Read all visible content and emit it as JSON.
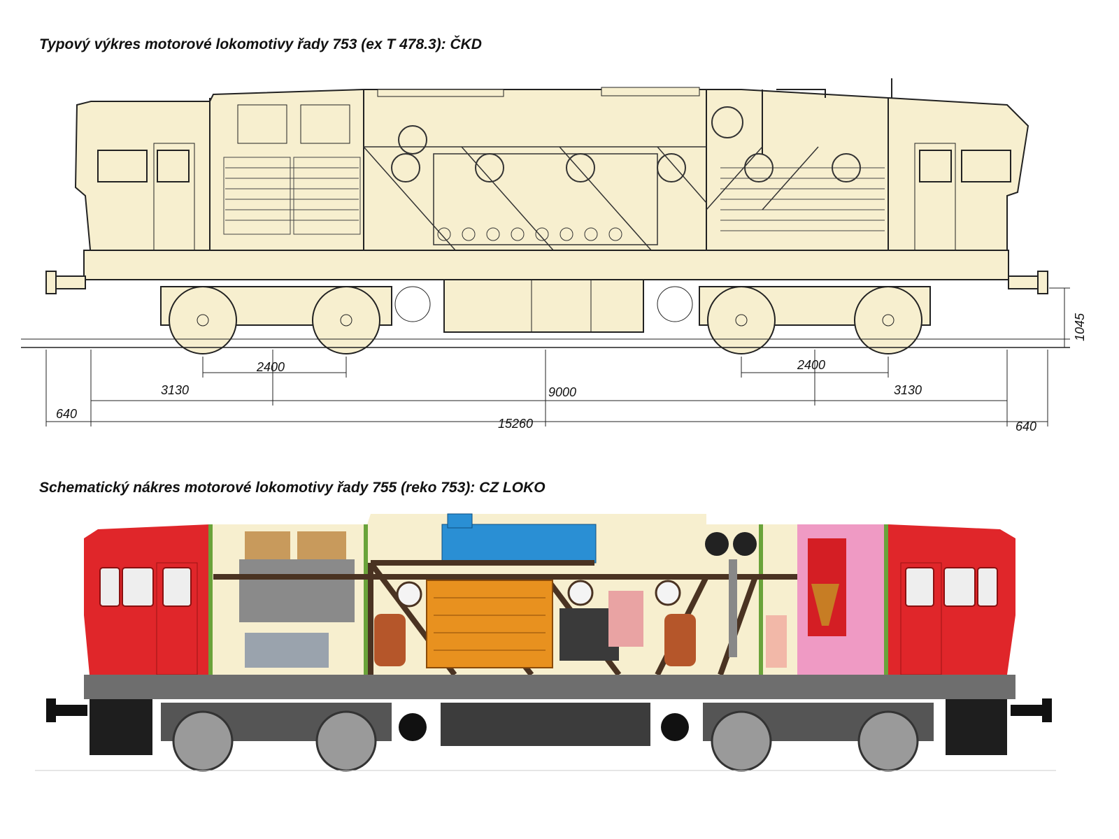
{
  "titles": {
    "top": "Typový výkres motorové lokomotivy řady 753 (ex T 478.3): ČKD",
    "bottom": "Schematický nákres motorové lokomotivy řady 755 (reko 753): CZ LOKO"
  },
  "dimensions": {
    "bogie_wheelbase_left": "2400",
    "bogie_wheelbase_right": "2400",
    "overhang_left": "3130",
    "bogie_centers": "9000",
    "overhang_right": "3130",
    "buffer_left": "640",
    "total_length": "15260",
    "buffer_right": "640",
    "buffer_height": "1045"
  },
  "colors": {
    "drawing_bg": "#f7efcf",
    "cab_red": "#e0262a",
    "frame_grey": "#6e6e6e",
    "truss_brown": "#4a3322",
    "engine_orange": "#e8911f",
    "tank_blue": "#2a8fd4",
    "compartment_pink": "#ef9ac4",
    "separator_green": "#6aa33a"
  }
}
